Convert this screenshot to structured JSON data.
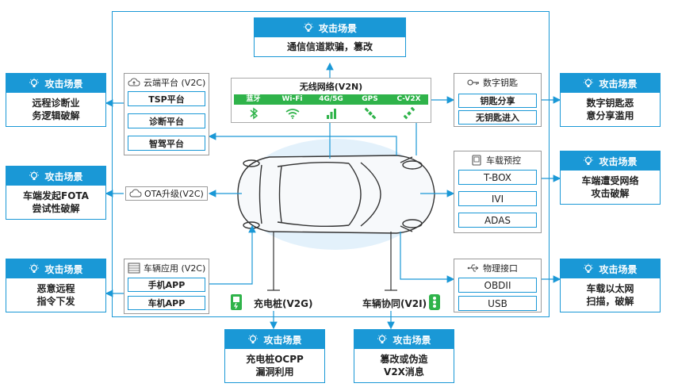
{
  "attack_label": "攻击场景",
  "cards": {
    "top": "通信信道欺骗，篡改",
    "left1": "远程诊断业\n务逻辑破解",
    "left2": "车端发起FOTA\n尝试性破解",
    "left3": "恶意远程\n指令下发",
    "right1": "数字钥匙恶\n意分享滥用",
    "right2": "车端遭受网络\n攻击破解",
    "right3": "车载以太网\n扫描，破解",
    "bottom1": "充电桩OCPP\n漏洞利用",
    "bottom2": "篡改或伪造\nV2X消息"
  },
  "cloud": {
    "title": "云端平台 (V2C)",
    "items": [
      "TSP平台",
      "诊断平台",
      "智驾平台"
    ]
  },
  "ota": "OTA升级(V2C)",
  "vehicle_app": {
    "title": "车辆应用 (V2C)",
    "items": [
      "手机APP",
      "车机APP"
    ]
  },
  "wireless": {
    "title": "无线网络(V2N)",
    "bands": [
      "蓝牙",
      "Wi-Fi",
      "4G/5G",
      "GPS",
      "C-V2X"
    ]
  },
  "digital_key": {
    "title": "数字钥匙",
    "items": [
      "钥匙分享",
      "无钥匙进入"
    ]
  },
  "vehicle_ctrl": {
    "title": "车载预控",
    "items": [
      "T-BOX",
      "IVI",
      "ADAS"
    ]
  },
  "physical": {
    "title": "物理接口",
    "items": [
      "OBDII",
      "USB"
    ]
  },
  "charger": "充电桩(V2G)",
  "v2i": "车辆协同(V2I)",
  "colors": {
    "accent": "#1a98d6",
    "green": "#2fb34a"
  }
}
